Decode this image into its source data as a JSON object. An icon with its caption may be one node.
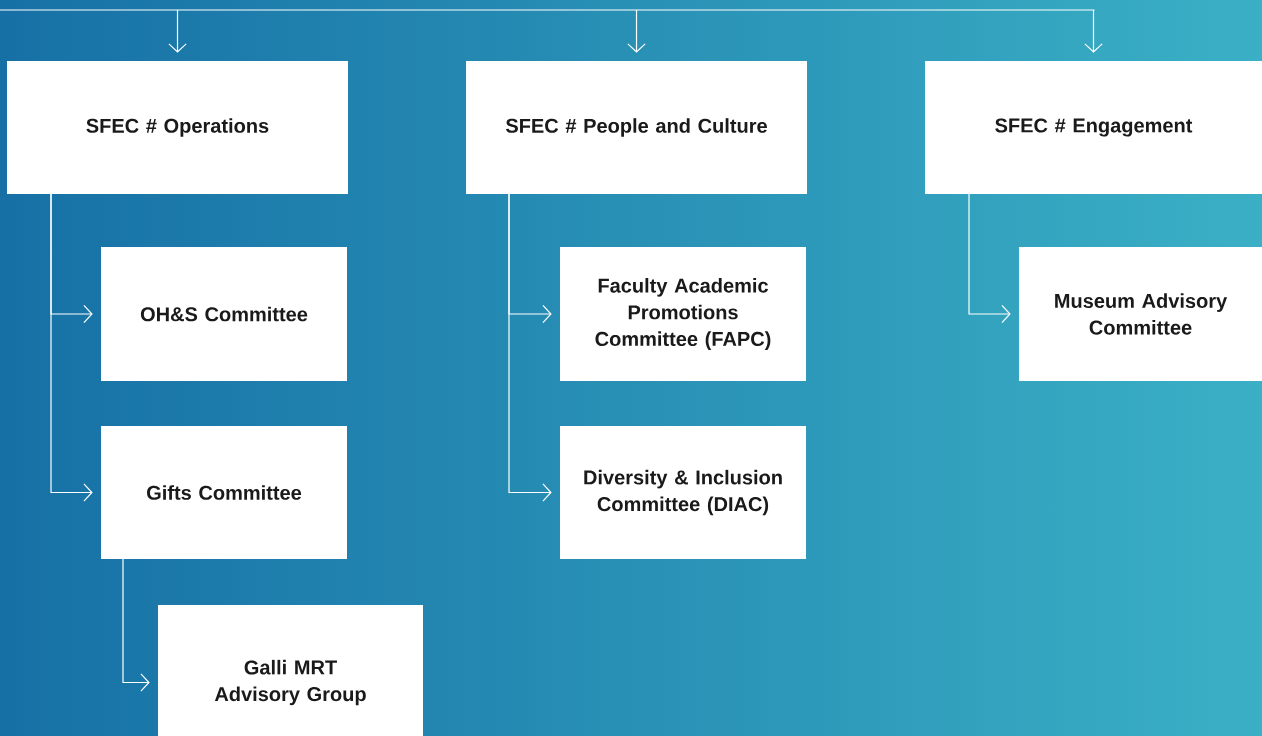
{
  "diagram": {
    "nodes": [
      {
        "text": [
          "SFEC # Operations"
        ]
      },
      {
        "text": [
          "OH&S Committee"
        ]
      },
      {
        "text": [
          "Gifts Committee"
        ]
      },
      {
        "text": [
          "Galli MRT Advisory Group"
        ]
      },
      {
        "text": [
          "SFEC # People and Culture"
        ]
      },
      {
        "text": [
          "Faculty Academic Promotions Committee (FAPC)"
        ]
      },
      {
        "text": [
          "Diversity & Inclusion Committee (DIAC)"
        ]
      },
      {
        "text": [
          "SFEC # Engagement"
        ]
      },
      {
        "text": [
          "Museum Advisory Committee"
        ]
      }
    ],
    "edges": [
      {
        "from": null,
        "to": 0,
        "arrow": "to"
      },
      {
        "from": null,
        "to": 4,
        "arrow": "to"
      },
      {
        "from": null,
        "to": 7,
        "arrow": "to"
      },
      {
        "from": 0,
        "to": 1,
        "arrow": "to"
      },
      {
        "from": 0,
        "to": 2,
        "arrow": "to"
      },
      {
        "from": 2,
        "to": 3,
        "arrow": "to"
      },
      {
        "from": 4,
        "to": 5,
        "arrow": "to"
      },
      {
        "from": 4,
        "to": 6,
        "arrow": "to"
      },
      {
        "from": 7,
        "to": 8,
        "arrow": "to"
      }
    ]
  }
}
